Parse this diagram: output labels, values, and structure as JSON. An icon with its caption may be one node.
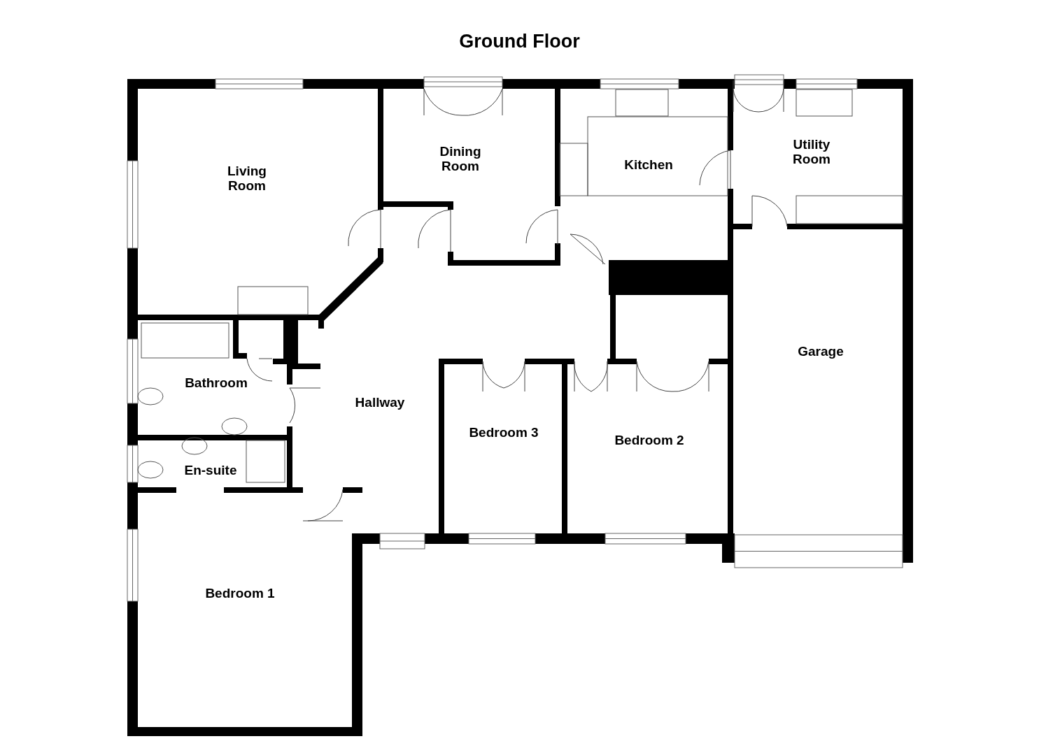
{
  "diagram": {
    "title": "Ground Floor",
    "nodes": [
      {
        "text": [
          "Living Room"
        ]
      },
      {
        "text": [
          "Dining Room"
        ]
      },
      {
        "text": [
          "Kitchen"
        ]
      },
      {
        "text": [
          "Utility Room"
        ]
      },
      {
        "text": [
          "Bathroom"
        ]
      },
      {
        "text": [
          "Hallway"
        ]
      },
      {
        "text": [
          "Garage"
        ]
      },
      {
        "text": [
          "Bedroom 3"
        ]
      },
      {
        "text": [
          "Bedroom 2"
        ]
      },
      {
        "text": [
          "En-suite"
        ]
      },
      {
        "text": [
          "Bedroom 1"
        ]
      }
    ]
  }
}
